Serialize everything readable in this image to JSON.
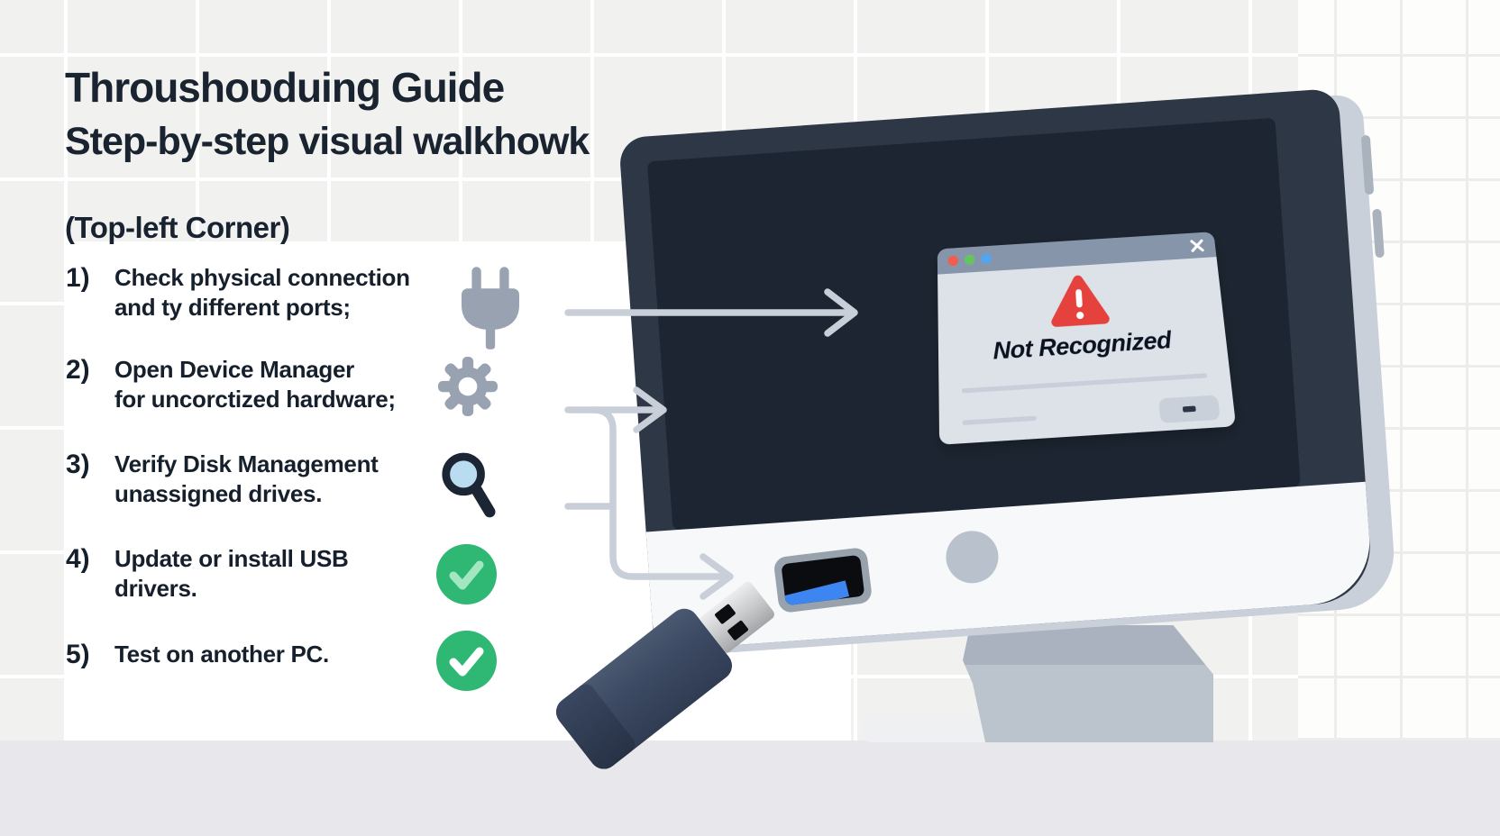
{
  "header": {
    "title": "Throushoʋduing Guide",
    "subtitle": "Step-by-step visual walkhowk",
    "corner_label": "(Top-left Corner)"
  },
  "steps": [
    {
      "num": "1)",
      "line1": "Check physical connection",
      "line2": "and ty different ports;",
      "icon": "plug-icon"
    },
    {
      "num": "2)",
      "line1": "Open Device Manager",
      "line2": "for uncorctized hardware;",
      "icon": "gear-icon"
    },
    {
      "num": "3)",
      "line1": "Verify Disk Management",
      "line2": "unassigned drives.",
      "icon": "magnifier-icon"
    },
    {
      "num": "4)",
      "line1": "Update or install USB",
      "line2": "drivers.",
      "icon": "check-circle-icon-light"
    },
    {
      "num": "5)",
      "line1": "Test on another PC.",
      "line2": "",
      "icon": "check-circle-icon-white"
    }
  ],
  "monitor": {
    "dialog": {
      "message": "Not Recognized",
      "warning_icon": "warning-triangle-icon",
      "close_icon": "close-x-icon",
      "traffic_dots": [
        "#f15d4f",
        "#67c362",
        "#50a7f0"
      ],
      "titlebar_color": "#8695a9",
      "body_color": "#dde2e9"
    },
    "hardware": [
      "usb-port",
      "power-button-circle",
      "side-vents",
      "stand"
    ]
  },
  "illustration": {
    "usb_drive": "usb-flash-drive",
    "arrows": [
      "step1-to-error-dialog",
      "step2-to-screen",
      "steps-to-usb-port"
    ]
  },
  "colors": {
    "heading_text": "#1a2431",
    "list_text": "#16202c",
    "icon_gray": "#98a2b0",
    "check_green": "#2eb873",
    "check_light": "#a3e7c2",
    "warning_red": "#e5413d",
    "usb_blue": "#3d85f0",
    "arrow_gray": "#c9cfd8",
    "screen_navy": "#1c2531",
    "bezel_navy": "#2d3745",
    "bottom_strip": "#e7e7ec"
  }
}
